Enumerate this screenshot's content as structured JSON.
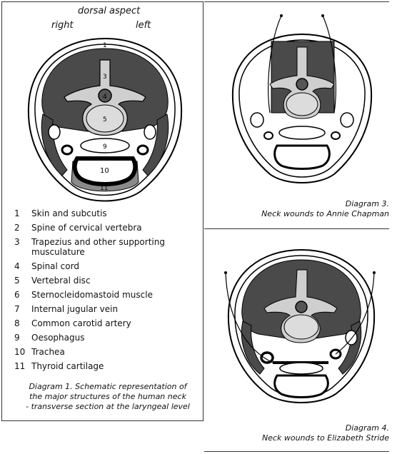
{
  "header": {
    "dorsal": "dorsal aspect",
    "right": "right",
    "left": "left"
  },
  "diagram1": {
    "labels": [
      "1",
      "3",
      "4",
      "5",
      "9",
      "10",
      "11"
    ],
    "caption": [
      "Diagram 1. Schematic representation of",
      "the major structures of the human neck",
      "- transverse section at the laryngeal level"
    ]
  },
  "legend": [
    {
      "num": "1",
      "label": "Skin and subcutis"
    },
    {
      "num": "2",
      "label": "Spine of cervical vertebra"
    },
    {
      "num": "3",
      "label": "Trapezius and other supporting musculature"
    },
    {
      "num": "4",
      "label": "Spinal cord"
    },
    {
      "num": "5",
      "label": "Vertebral disc"
    },
    {
      "num": "6",
      "label": "Sternocleidomastoid muscle"
    },
    {
      "num": "7",
      "label": "Internal jugular vein"
    },
    {
      "num": "8",
      "label": "Common carotid artery"
    },
    {
      "num": "9",
      "label": "Oesophagus"
    },
    {
      "num": "10",
      "label": "Trachea"
    },
    {
      "num": "11",
      "label": "Thyroid cartilage"
    }
  ],
  "diagram3": {
    "caption": [
      "Diagram 3.",
      "Neck wounds to Annie Chapman"
    ]
  },
  "diagram4": {
    "caption": [
      "Diagram 4.",
      "Neck wounds to Elizabeth Stride"
    ]
  },
  "colors": {
    "muscle": "#4a4a4a",
    "bone": "#cfcfcf",
    "trachea_ring": "#000000",
    "cartilage": "#8a8a8a"
  }
}
